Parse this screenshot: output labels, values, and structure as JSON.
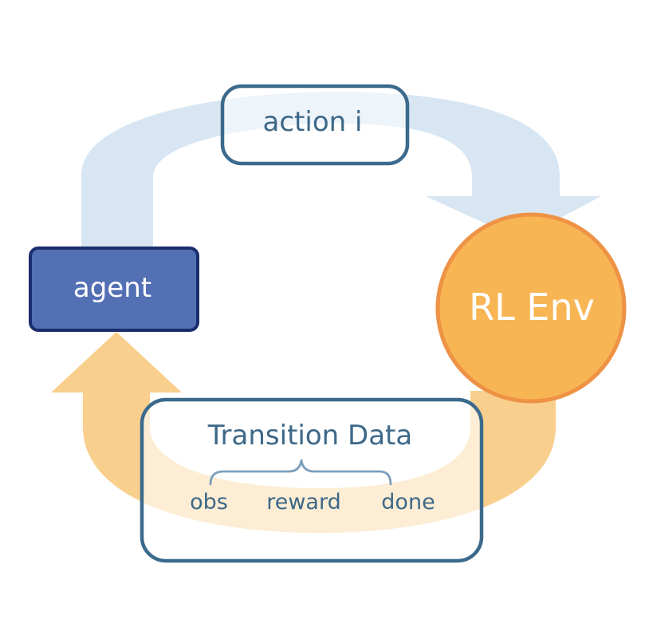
{
  "agent": {
    "label": "agent"
  },
  "action": {
    "label": "action i"
  },
  "env": {
    "label": "RL Env"
  },
  "transition": {
    "title": "Transition Data",
    "fields": [
      "obs",
      "reward",
      "done"
    ]
  },
  "colors": {
    "agent_fill": "#5470b5",
    "agent_border": "#1a2e6e",
    "env_fill": "#f8b554",
    "env_border": "#ee9245",
    "top_arrow": "#d8e6f3",
    "bottom_arrow": "#f9cf8e",
    "box_border": "#3b6a8c",
    "text": "#3d6888",
    "brace": "#7c9fbc"
  }
}
